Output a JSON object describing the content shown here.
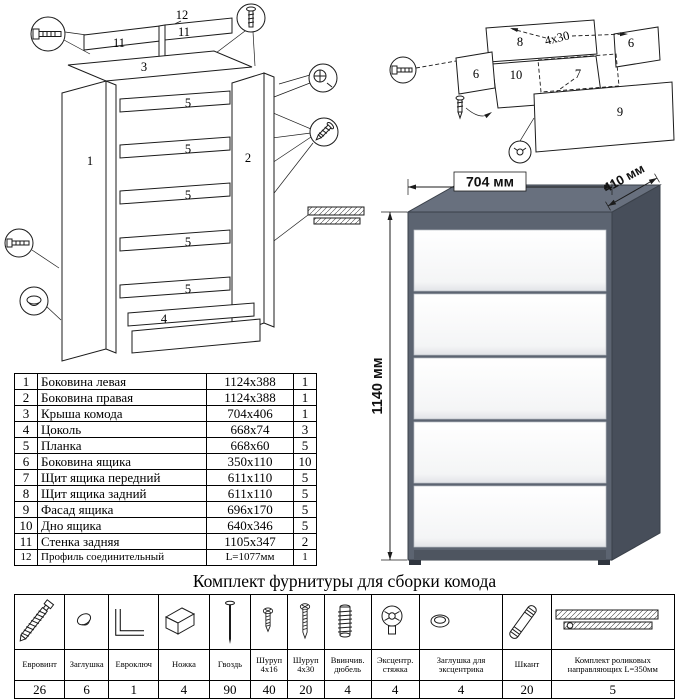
{
  "hardware_title": "Комплект фурнитуры для сборки комода",
  "product": {
    "dims": {
      "width": "704 мм",
      "depth": "410 мм",
      "height": "1140 мм"
    },
    "colors": {
      "body": "#5c6471",
      "body_top": "#68707e",
      "body_side": "#474e5a",
      "drawer": "#f8f9fa"
    }
  },
  "diagrams": {
    "cabinet": {
      "labels": {
        "p1": "1",
        "p2": "2",
        "p3": "3",
        "p4": "4",
        "p5": "5",
        "p11": "11",
        "p12": "12"
      },
      "callout_icons": [
        "euro-screw",
        "confirmat-screw",
        "phillips-screw",
        "screw",
        "drawer-slide",
        "euro-screw",
        "cap"
      ]
    },
    "drawer": {
      "labels": {
        "p6": "6",
        "p7": "7",
        "p8": "8",
        "p9": "9",
        "p10": "10",
        "screw_note": "4x30"
      },
      "callout_icons": [
        "euro-screw",
        "screw",
        "cam"
      ]
    }
  },
  "parts_table": {
    "rows": [
      {
        "num": "1",
        "name": "Боковина левая",
        "size": "1124x388",
        "qty": "1"
      },
      {
        "num": "2",
        "name": "Боковина правая",
        "size": "1124x388",
        "qty": "1"
      },
      {
        "num": "3",
        "name": "Крыша комода",
        "size": "704x406",
        "qty": "1"
      },
      {
        "num": "4",
        "name": "Цоколь",
        "size": "668x74",
        "qty": "3"
      },
      {
        "num": "5",
        "name": "Планка",
        "size": "668x60",
        "qty": "5"
      },
      {
        "num": "6",
        "name": "Боковина ящика",
        "size": "350x110",
        "qty": "10"
      },
      {
        "num": "7",
        "name": "Щит ящика передний",
        "size": "611x110",
        "qty": "5"
      },
      {
        "num": "8",
        "name": "Щит ящика задний",
        "size": "611x110",
        "qty": "5"
      },
      {
        "num": "9",
        "name": "Фасад ящика",
        "size": "696x170",
        "qty": "5"
      },
      {
        "num": "10",
        "name": "Дно ящика",
        "size": "640x346",
        "qty": "5"
      },
      {
        "num": "11",
        "name": "Стенка задняя",
        "size": "1105x347",
        "qty": "2"
      },
      {
        "num": "12",
        "name": "Профиль соединительный",
        "size": "L=1077мм",
        "qty": "1"
      }
    ]
  },
  "hardware_table": {
    "items": [
      {
        "name": "Евровинт",
        "qty": "26",
        "icon": "euro-screw"
      },
      {
        "name": "Заглушка",
        "qty": "6",
        "icon": "cap"
      },
      {
        "name": "Евроключ",
        "qty": "1",
        "icon": "hex-key"
      },
      {
        "name": "Ножка",
        "qty": "4",
        "icon": "leg"
      },
      {
        "name": "Гвоздь",
        "qty": "90",
        "icon": "nail"
      },
      {
        "name": "Шуруп 4х16",
        "qty": "40",
        "icon": "screw-4x16"
      },
      {
        "name": "Шуруп 4х30",
        "qty": "20",
        "icon": "screw-4x30"
      },
      {
        "name": "Ввинчив. дюбель",
        "qty": "4",
        "icon": "screw-dowel"
      },
      {
        "name": "Эксцентр. стяжка",
        "qty": "4",
        "icon": "cam-lock"
      },
      {
        "name": "Заглушка для эксцентрика",
        "qty": "4",
        "icon": "cam-cap"
      },
      {
        "name": "Шкант",
        "qty": "20",
        "icon": "wood-dowel"
      },
      {
        "name": "Комплект роликовых направляющих L=350мм",
        "qty": "5",
        "icon": "drawer-slides"
      }
    ]
  }
}
